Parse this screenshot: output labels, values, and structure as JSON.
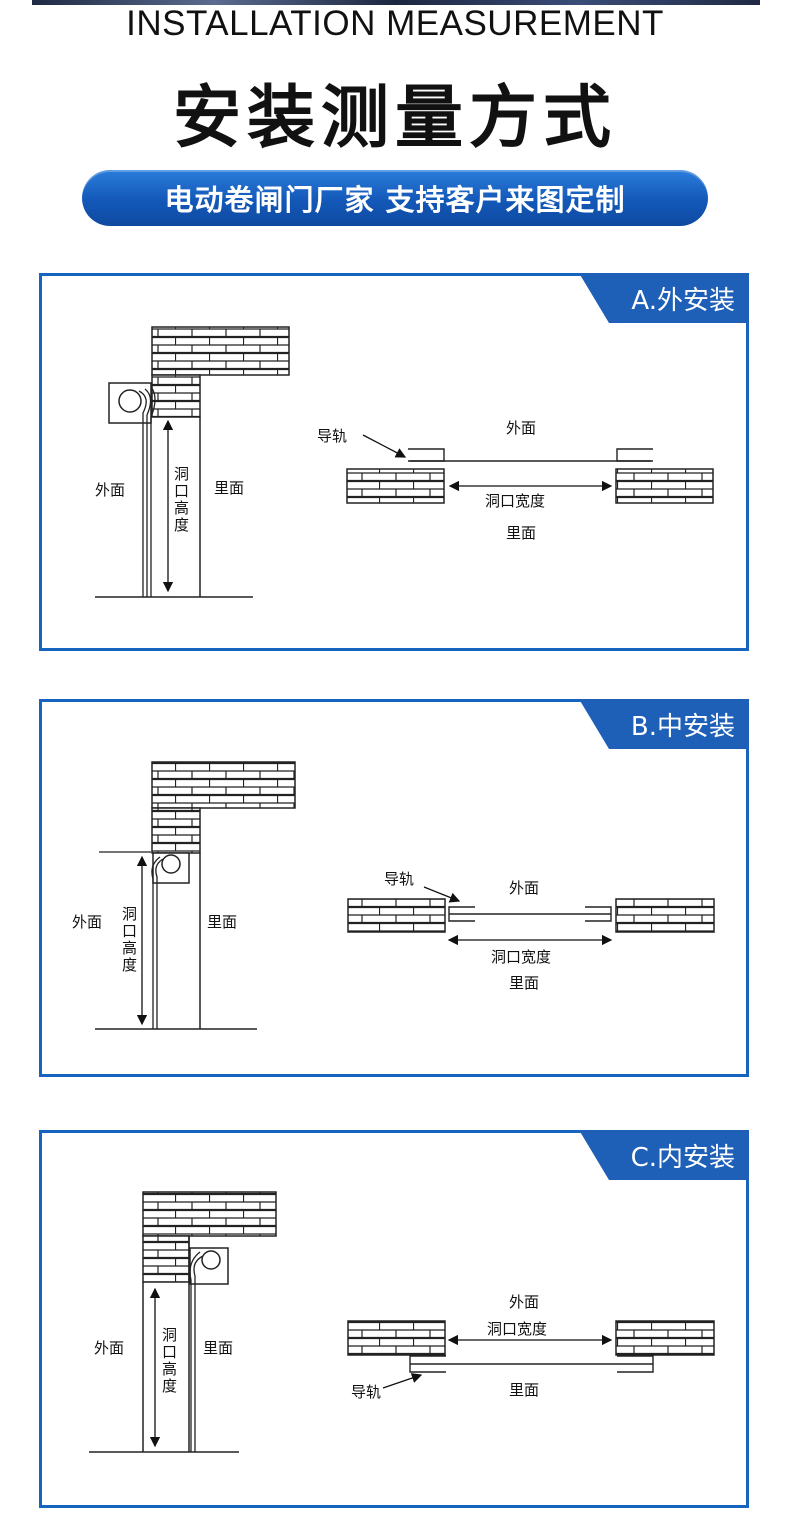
{
  "header": {
    "title_en": "INSTALLATION MEASUREMENT",
    "title_cn": "安装测量方式",
    "banner": "电动卷闸门厂家 支持客户来图定制"
  },
  "panels": [
    {
      "tag": "A.外安装",
      "side_outside": "外面",
      "side_inside": "里面",
      "height_chars": [
        "洞",
        "口",
        "高",
        "度"
      ],
      "plan_outside": "外面",
      "plan_inside": "里面",
      "plan_width": "洞口宽度",
      "plan_rail": "导轨"
    },
    {
      "tag": "B.中安装",
      "side_outside": "外面",
      "side_inside": "里面",
      "height_chars": [
        "洞",
        "口",
        "高",
        "度"
      ],
      "plan_outside": "外面",
      "plan_inside": "里面",
      "plan_width": "洞口宽度",
      "plan_rail": "导轨"
    },
    {
      "tag": "C.内安装",
      "side_outside": "外面",
      "side_inside": "里面",
      "height_chars": [
        "洞",
        "口",
        "高",
        "度"
      ],
      "plan_outside": "外面",
      "plan_inside": "里面",
      "plan_width": "洞口宽度",
      "plan_rail": "导轨"
    }
  ],
  "colors": {
    "accent_blue": "#1565c0",
    "tag_blue": "#1e5fb8",
    "banner_blue": "#1358b8"
  }
}
